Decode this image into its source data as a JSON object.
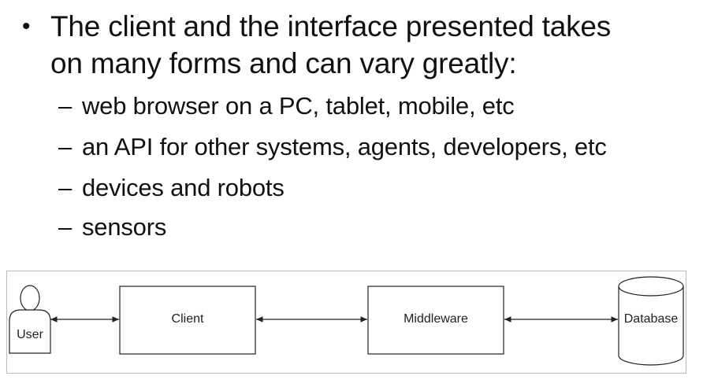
{
  "bullets": {
    "main": {
      "line1": "The client and the interface presented takes",
      "line2": "on many forms and can vary greatly:"
    },
    "sub_items": [
      "web browser on a PC, tablet, mobile, etc",
      "an API for other systems, agents, developers, etc",
      "devices and robots",
      "sensors"
    ],
    "dash": "–",
    "dot": "•"
  },
  "diagram": {
    "user_label": "User",
    "client_label": "Client",
    "middleware_label": "Middleware",
    "database_label": "Database",
    "colors": {
      "stroke": "#222222",
      "frame": "#bbbbbb",
      "fill": "#ffffff"
    }
  }
}
